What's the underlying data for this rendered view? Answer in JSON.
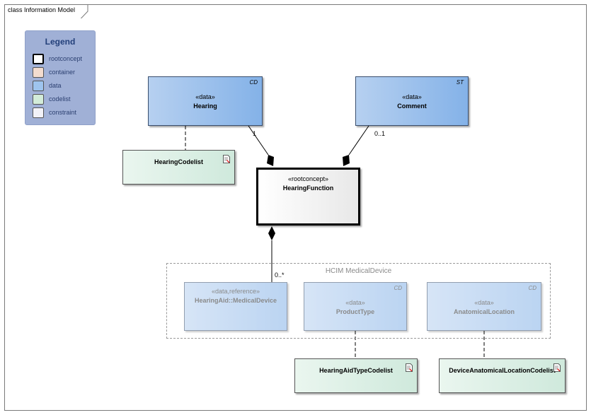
{
  "frame": {
    "title": "class Information Model"
  },
  "legend": {
    "title": "Legend",
    "items": [
      {
        "label": "rootconcept",
        "color": "#ffffff"
      },
      {
        "label": "container",
        "color": "#f3dccf"
      },
      {
        "label": "data",
        "color": "#9ec4ee"
      },
      {
        "label": "codelist",
        "color": "#d3ecd9"
      },
      {
        "label": "constraint",
        "color": "#f2f2f8"
      }
    ]
  },
  "classes": {
    "hearing": {
      "stereotype": "«data»",
      "name": "Hearing",
      "tag": "CD"
    },
    "comment": {
      "stereotype": "«data»",
      "name": "Comment",
      "tag": "ST"
    },
    "hearing_codelist": {
      "name": "HearingCodelist"
    },
    "hearing_function": {
      "stereotype": "«rootconcept»",
      "name": "HearingFunction"
    },
    "hearing_aid": {
      "stereotype": "«data,reference»",
      "name": "HearingAid::MedicalDevice"
    },
    "product_type": {
      "stereotype": "«data»",
      "name": "ProductType",
      "tag": "CD"
    },
    "anatomical_location": {
      "stereotype": "«data»",
      "name": "AnatomicalLocation",
      "tag": "CD"
    },
    "hearing_aid_type_codelist": {
      "name": "HearingAidTypeCodelist"
    },
    "device_anatomical_location_codelist": {
      "name": "DeviceAnatomicalLocationCodelist"
    }
  },
  "package": {
    "name": "HCIM MedicalDevice"
  },
  "multiplicities": {
    "hearing": "1",
    "comment": "0..1",
    "hearing_aid": "0..*"
  }
}
